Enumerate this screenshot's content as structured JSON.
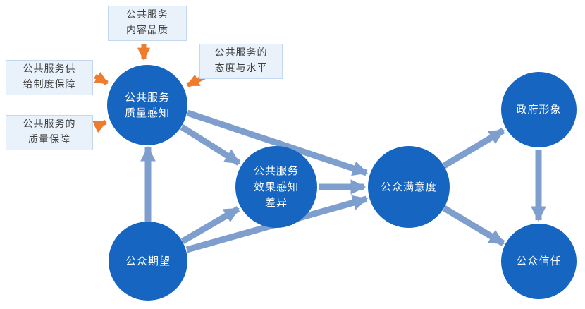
{
  "diagram": {
    "nodes": {
      "quality_perception": {
        "label": "公共服务\n质量感知"
      },
      "effect_gap": {
        "label": "公共服务\n效果感知\n差异"
      },
      "public_expectation": {
        "label": "公众期望"
      },
      "public_satisfaction": {
        "label": "公众满意度"
      },
      "government_image": {
        "label": "政府形象"
      },
      "public_trust": {
        "label": "公众信任"
      }
    },
    "factors": {
      "content_quality": {
        "label": "公共服务\n内容品质"
      },
      "supply_system": {
        "label": "公共服务供\n给制度保障"
      },
      "attitude_level": {
        "label": "公共服务的\n态度与水平"
      },
      "quality_assurance": {
        "label": "公共服务的\n质量保障"
      }
    },
    "edges": [
      {
        "from": "公共服务内容品质",
        "to": "公共服务质量感知",
        "style": "orange"
      },
      {
        "from": "公共服务供给制度保障",
        "to": "公共服务质量感知",
        "style": "orange"
      },
      {
        "from": "公共服务的态度与水平",
        "to": "公共服务质量感知",
        "style": "orange"
      },
      {
        "from": "公共服务的质量保障",
        "to": "公共服务质量感知",
        "style": "orange"
      },
      {
        "from": "公众期望",
        "to": "公共服务质量感知",
        "style": "blue"
      },
      {
        "from": "公众期望",
        "to": "公共服务效果感知差异",
        "style": "blue"
      },
      {
        "from": "公众期望",
        "to": "公众满意度",
        "style": "blue"
      },
      {
        "from": "公共服务质量感知",
        "to": "公共服务效果感知差异",
        "style": "blue"
      },
      {
        "from": "公共服务质量感知",
        "to": "公众满意度",
        "style": "blue"
      },
      {
        "from": "公共服务效果感知差异",
        "to": "公众满意度",
        "style": "blue"
      },
      {
        "from": "公众满意度",
        "to": "政府形象",
        "style": "blue"
      },
      {
        "from": "公众满意度",
        "to": "公众信任",
        "style": "blue"
      },
      {
        "from": "政府形象",
        "to": "公众信任",
        "style": "blue"
      }
    ],
    "colors": {
      "node_fill": "#1565c1",
      "node_text": "#ffffff",
      "factor_bg": "#e9f2fb",
      "factor_border": "#c3d8ee",
      "factor_text": "#404040",
      "arrow_blue": "#7e9fce",
      "arrow_orange": "#ee7c2d",
      "background": "#ffffff"
    }
  }
}
